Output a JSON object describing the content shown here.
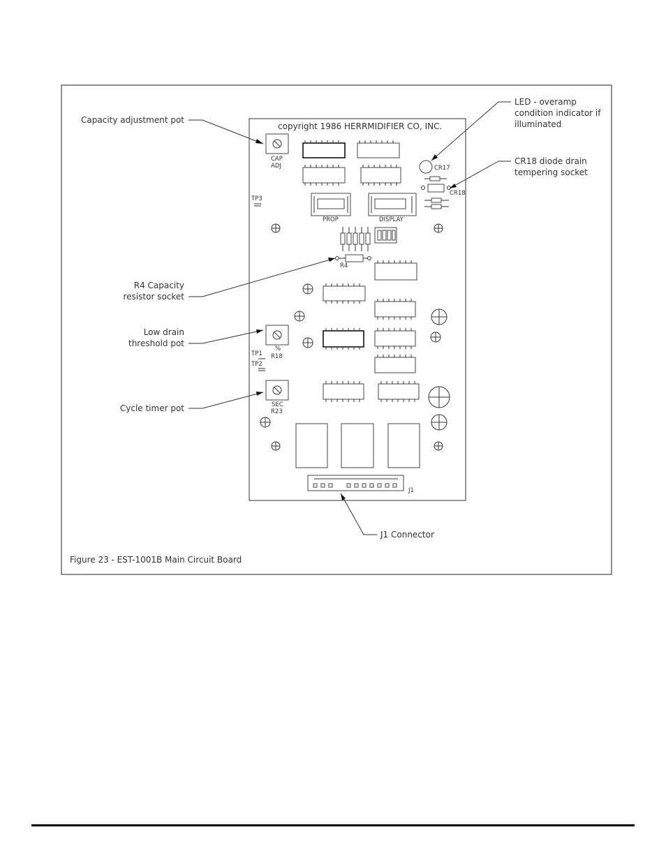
{
  "figure": {
    "caption": "Figure 23 - EST-1001B Main Circuit Board",
    "board_copyright": "copyright 1986  HERRMIDIFIER CO, INC."
  },
  "callouts": {
    "cap_adjust": [
      "Capacity adjustment pot"
    ],
    "r4_socket": [
      "R4 Capacity",
      "resistor socket"
    ],
    "low_drain": [
      "Low drain",
      "threshold pot"
    ],
    "cycle_timer": [
      "Cycle timer pot"
    ],
    "led": [
      "LED - overamp",
      "condition indicator if",
      "illuminated"
    ],
    "cr18": [
      "CR18 diode drain",
      "tempering socket"
    ],
    "j1": [
      "J1 Connector"
    ]
  },
  "board_labels": {
    "cap": "CAP",
    "adj": "ADJ",
    "tp3": "TP3",
    "prop": "PROP",
    "display": "DISPLAY",
    "r4": "R4",
    "cr17": "CR17",
    "cr18": "CR18",
    "tp1": "TP1",
    "tp2": "TP2",
    "r18": "R18",
    "pct": "%",
    "sec": "SEC",
    "r23": "R23",
    "j1": "J1"
  }
}
